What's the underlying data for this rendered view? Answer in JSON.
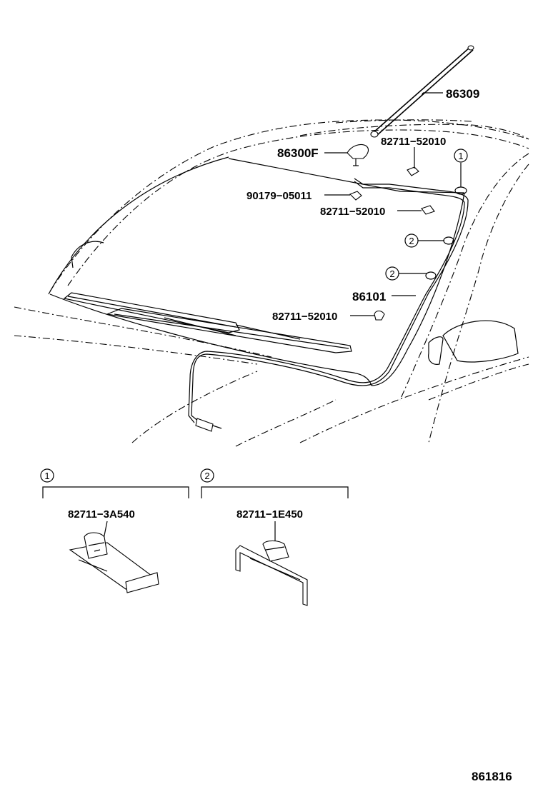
{
  "callouts": {
    "c1": "86309",
    "c2": "86300F",
    "c3": "82711−52010",
    "c4": "90179−05011",
    "c5": "82711−52010",
    "c6": "86101",
    "c7": "82711−52010"
  },
  "markers": {
    "m1": "1",
    "m2": "2"
  },
  "detail_1": {
    "marker": "1",
    "part_number": "82711−3A540"
  },
  "detail_2": {
    "marker": "2",
    "part_number": "82711−1E450"
  },
  "figure_number": "861816"
}
